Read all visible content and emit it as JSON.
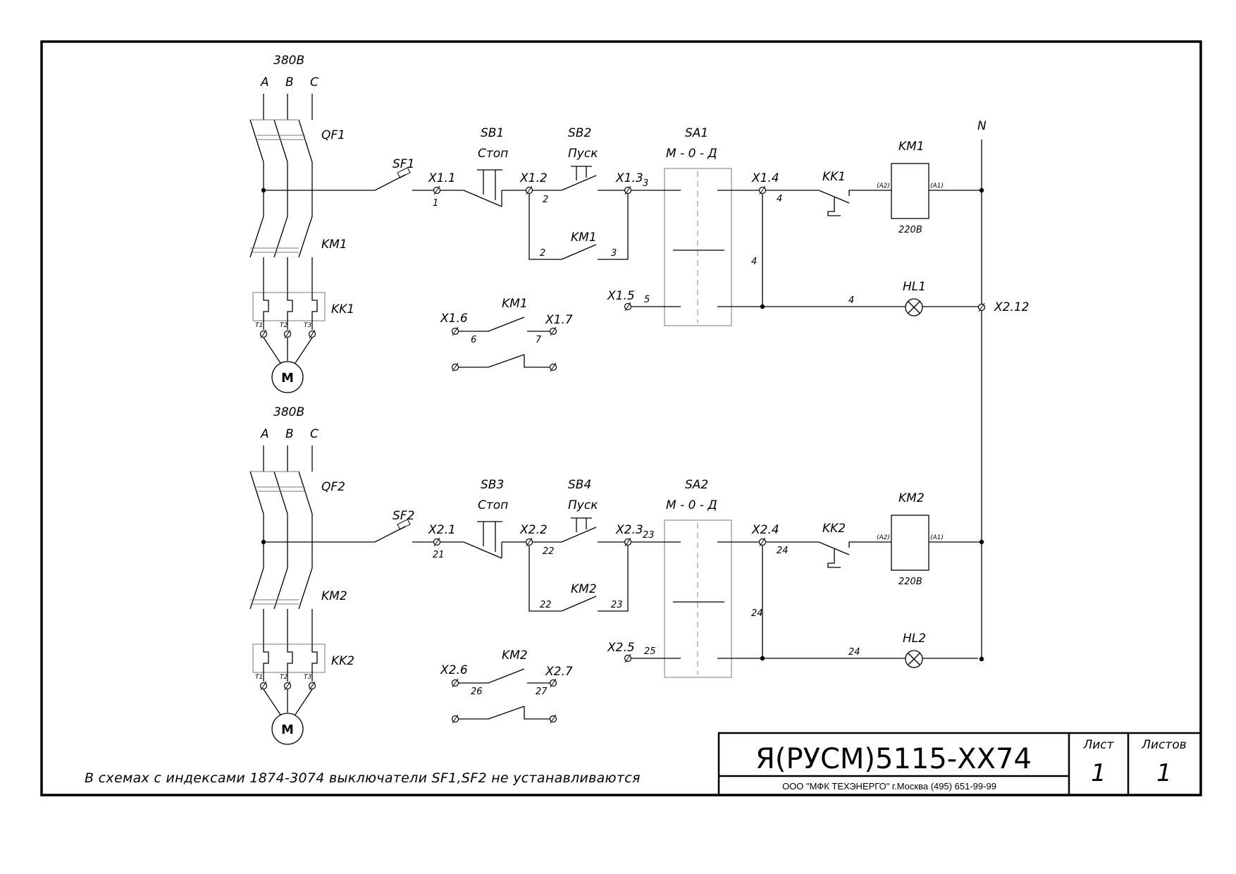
{
  "note": "В схемах с индексами 1874-3074 выключатели SF1,SF2 не устанавливаются",
  "title_block": {
    "code": "Я(РУСМ)5115-XX74",
    "organization": "ООО \"МФК ТЕХЭНЕРГО\" г.Москва  (495) 651-99-99",
    "sheet_label": "Лист",
    "sheet_value": "1",
    "sheets_label": "Листов",
    "sheets_value": "1"
  },
  "neutral_label": "N",
  "neutral_terminal": "X2.12",
  "circuits": [
    {
      "voltage": "380В",
      "phases": [
        "A",
        "B",
        "C"
      ],
      "breaker": "QF1",
      "contactor_power": "KM1",
      "thermal_relay": "KK1",
      "thermal_terms": [
        "T1",
        "T2",
        "T3"
      ],
      "motor": "M",
      "switch": "SF1",
      "stop_button": "SB1",
      "stop_text": "Стоп",
      "start_button": "SB2",
      "start_text": "Пуск",
      "selector": "SA1",
      "selector_modes": "М - 0 - Д",
      "terminals": {
        "t1": "X1.1",
        "t2": "X1.2",
        "t3": "X1.3",
        "t4": "X1.4",
        "t5": "X1.5",
        "t6": "X1.6",
        "t7": "X1.7"
      },
      "wires": {
        "w1": "1",
        "w2": "2",
        "w2b": "2",
        "w3": "3",
        "w3b": "3",
        "w4a": "4",
        "w4b": "4",
        "w4c": "4",
        "w5": "5",
        "w6": "6",
        "w7": "7"
      },
      "hold_contact": "KM1",
      "aux_contact": "KM1",
      "overload_contact": "KK1",
      "coil": "KM1",
      "coil_a2": "(A2)",
      "coil_a1": "(A1)",
      "coil_voltage": "220В",
      "lamp": "HL1"
    },
    {
      "voltage": "380В",
      "phases": [
        "A",
        "B",
        "C"
      ],
      "breaker": "QF2",
      "contactor_power": "KM2",
      "thermal_relay": "KK2",
      "thermal_terms": [
        "T1",
        "T2",
        "T3"
      ],
      "motor": "M",
      "switch": "SF2",
      "stop_button": "SB3",
      "stop_text": "Стоп",
      "start_button": "SB4",
      "start_text": "Пуск",
      "selector": "SA2",
      "selector_modes": "М - 0 - Д",
      "terminals": {
        "t1": "X2.1",
        "t2": "X2.2",
        "t3": "X2.3",
        "t4": "X2.4",
        "t5": "X2.5",
        "t6": "X2.6",
        "t7": "X2.7"
      },
      "wires": {
        "w1": "21",
        "w2": "22",
        "w2b": "22",
        "w3": "23",
        "w3b": "23",
        "w4a": "24",
        "w4b": "24",
        "w4c": "24",
        "w5": "25",
        "w6": "26",
        "w7": "27"
      },
      "hold_contact": "KM2",
      "aux_contact": "KM2",
      "overload_contact": "KK2",
      "coil": "KM2",
      "coil_a2": "(A2)",
      "coil_a1": "(A1)",
      "coil_voltage": "220В",
      "lamp": "HL2"
    }
  ]
}
